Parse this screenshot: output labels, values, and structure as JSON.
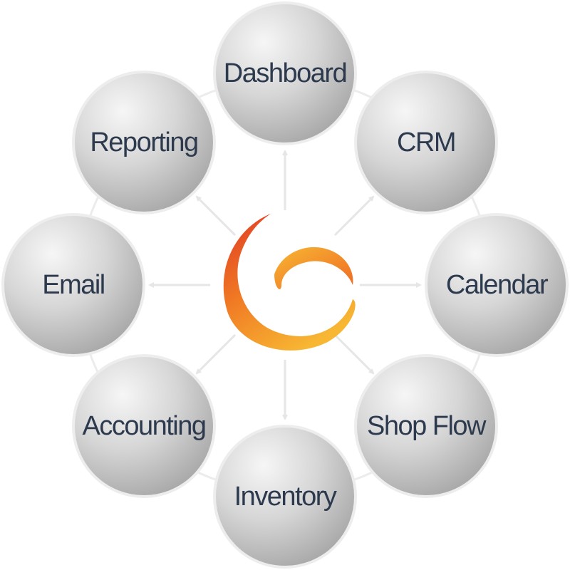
{
  "diagram": {
    "center": {
      "icon": "orange-swirl-logo"
    },
    "nodes": [
      {
        "id": "dashboard",
        "label": "Dashboard"
      },
      {
        "id": "crm",
        "label": "CRM"
      },
      {
        "id": "calendar",
        "label": "Calendar"
      },
      {
        "id": "shop-flow",
        "label": "Shop Flow"
      },
      {
        "id": "inventory",
        "label": "Inventory"
      },
      {
        "id": "accounting",
        "label": "Accounting"
      },
      {
        "id": "email",
        "label": "Email"
      },
      {
        "id": "reporting",
        "label": "Reporting"
      }
    ],
    "colors": {
      "node_fill_light": "#f4f4f4",
      "node_fill_dark": "#a6a6a6",
      "node_ring": "#ececec",
      "label": "#2d3a4e",
      "arrow": "#e6e6e6",
      "logo_red": "#e03a24",
      "logo_orange": "#f18a24",
      "logo_yellow": "#f7b733"
    }
  }
}
